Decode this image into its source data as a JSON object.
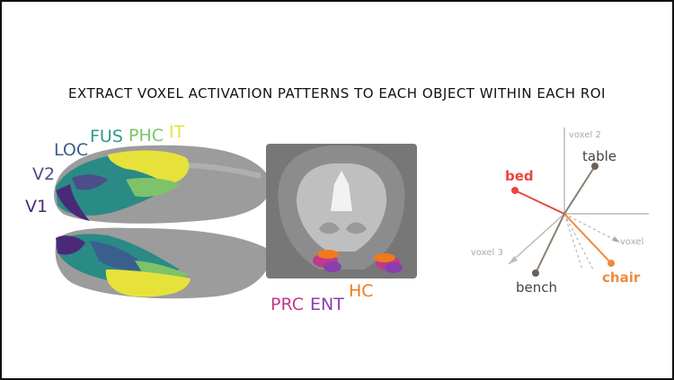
{
  "title": "EXTRACT VOXEL ACTIVATION PATTERNS TO EACH OBJECT WITHIN EACH ROI",
  "cortex_rois": [
    {
      "label": "V1",
      "color": "#4a2a78"
    },
    {
      "label": "V2",
      "color": "#4b4e8a"
    },
    {
      "label": "LOC",
      "color": "#3a5f8f"
    },
    {
      "label": "FUS",
      "color": "#2a9a8a"
    },
    {
      "label": "PHC",
      "color": "#7cc36a"
    },
    {
      "label": "IT",
      "color": "#e6e23a"
    }
  ],
  "mtl_rois": [
    {
      "label": "PRC",
      "color": "#c0398c"
    },
    {
      "label": "ENT",
      "color": "#8a3fb0"
    },
    {
      "label": "HC",
      "color": "#f07a1c"
    }
  ],
  "voxel_axes": [
    "voxel 2",
    "voxel 3",
    "voxel"
  ],
  "objects": [
    {
      "label": "table",
      "color": "#555"
    },
    {
      "label": "bed",
      "color": "#e8483a"
    },
    {
      "label": "chair",
      "color": "#f08a3c"
    },
    {
      "label": "bench",
      "color": "#555"
    }
  ]
}
